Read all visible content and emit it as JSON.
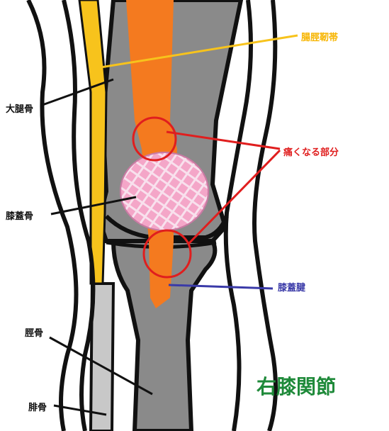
{
  "diagram": {
    "title": "右膝関節",
    "labels": {
      "iliotibial_band": "腸脛靭帯",
      "femur": "大腿骨",
      "patella": "膝蓋骨",
      "tibia": "脛骨",
      "fibula": "腓骨",
      "pain_area": "痛くなる部分",
      "patellar_tendon": "膝蓋腱"
    }
  },
  "colors": {
    "bone": "#8a8a8a",
    "bone_light": "#c8c8c8",
    "outline": "#111111",
    "quadriceps_tendon": "#f47a1f",
    "iliotibial_band": "#f7c31c",
    "patella_fill": "#f4a6c8",
    "patella_mesh": "#f8e7f1",
    "pain_circle": "#e01e1e",
    "patellar_tendon_pointer": "#3a3aa8",
    "title_text": "#1f8a3a",
    "label_text": "#111111",
    "label_itb_text": "#f7b500",
    "label_pain_text": "#e01e1e",
    "label_tendon_text": "#3a3aa8"
  }
}
